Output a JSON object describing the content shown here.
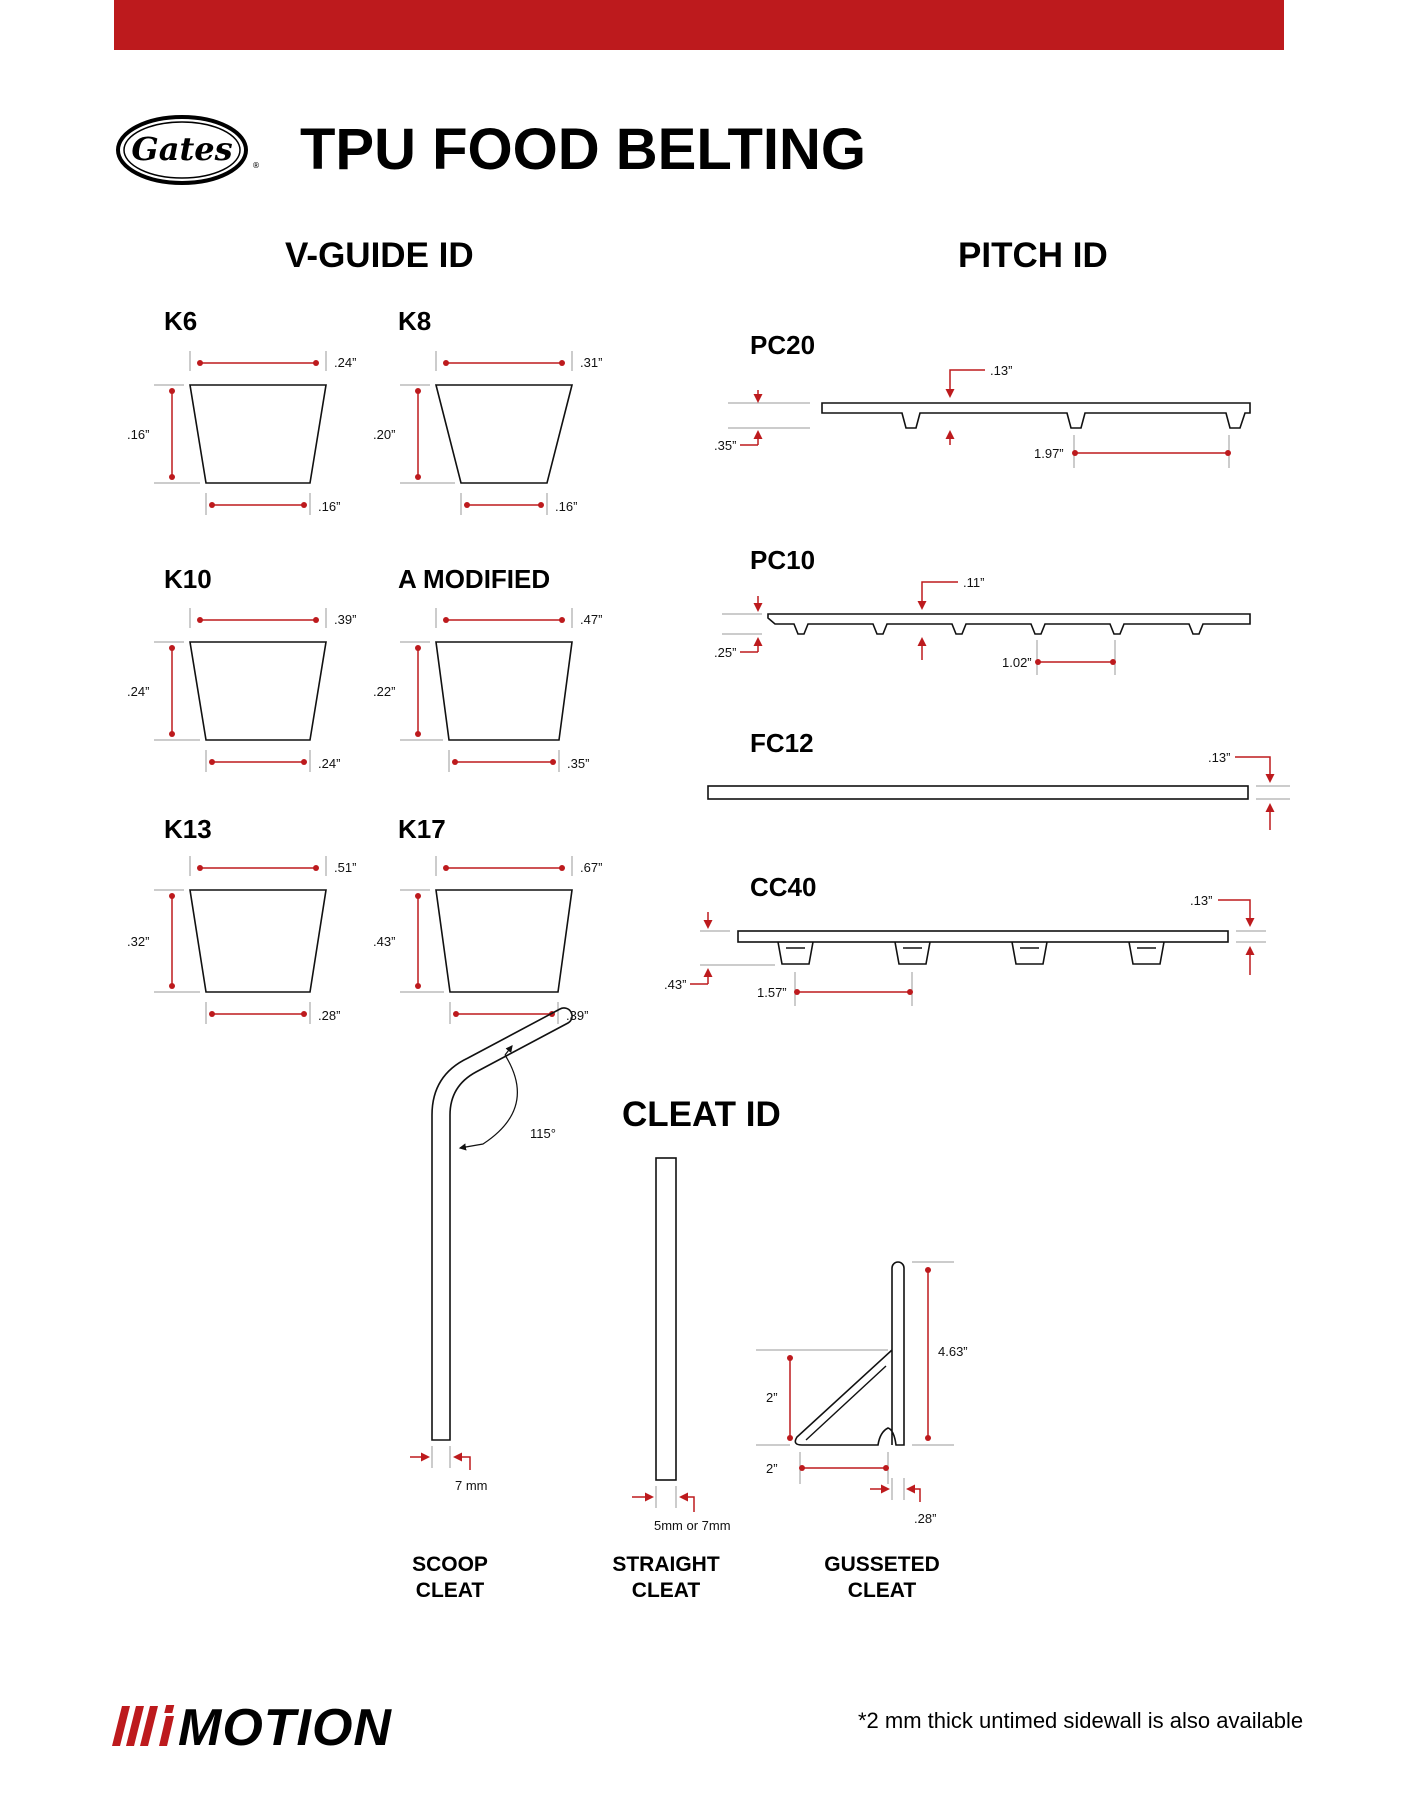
{
  "brand": {
    "logo_text": "Gates",
    "accent_color": "#bd1a1d",
    "footer_logo": "MOTION"
  },
  "header": {
    "title": "TPU FOOD BELTING"
  },
  "sections": {
    "vguide": "V-GUIDE ID",
    "pitch": "PITCH ID",
    "cleat": "CLEAT ID"
  },
  "vguides": [
    {
      "name": "K6",
      "top": ".24”",
      "height": ".16”",
      "bottom": ".16”"
    },
    {
      "name": "K8",
      "top": ".31”",
      "height": ".20”",
      "bottom": ".16”"
    },
    {
      "name": "K10",
      "top": ".39”",
      "height": ".24”",
      "bottom": ".24”"
    },
    {
      "name": "A MODIFIED",
      "top": ".47”",
      "height": ".22”",
      "bottom": ".35”"
    },
    {
      "name": "K13",
      "top": ".51”",
      "height": ".32”",
      "bottom": ".28”"
    },
    {
      "name": "K17",
      "top": ".67”",
      "height": ".43”",
      "bottom": ".39”"
    }
  ],
  "pitch": [
    {
      "name": "PC20",
      "tooth": ".13”",
      "thickness": ".35”",
      "pitch": "1.97”"
    },
    {
      "name": "PC10",
      "tooth": ".11”",
      "thickness": ".25”",
      "pitch": "1.02”"
    },
    {
      "name": "FC12",
      "thickness": ".13”"
    },
    {
      "name": "CC40",
      "thickness": ".13”",
      "total": ".43”",
      "pitch": "1.57”"
    }
  ],
  "cleats": {
    "scoop": {
      "line1": "SCOOP",
      "line2": "CLEAT",
      "angle": "115°",
      "thickness": "7 mm"
    },
    "straight": {
      "line1": "STRAIGHT",
      "line2": "CLEAT",
      "thickness": "5mm or 7mm"
    },
    "gusseted": {
      "line1": "GUSSETED",
      "line2": "CLEAT",
      "height": "4.63”",
      "gusset_h": "2”",
      "gusset_w": "2”",
      "thickness": ".28”"
    }
  },
  "footnote": "*2 mm thick untimed sidewall is also available"
}
